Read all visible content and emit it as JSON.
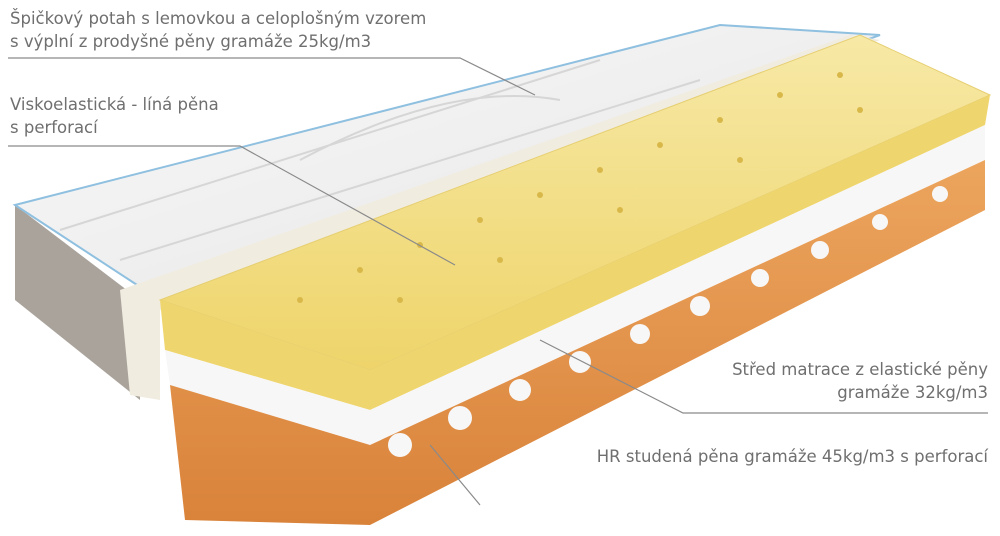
{
  "labels": {
    "cover": {
      "line1": "Špičkový potah s lemovkou a celoplošným vzorem",
      "line2": "s výplní z prodyšné pěny gramáže 25kg/m3"
    },
    "visco": {
      "line1": "Viskoelastická - líná pěna",
      "line2": "s perforací"
    },
    "core": {
      "line1": "Střed matrace z elastické pěny",
      "line2": "gramáže 32kg/m3"
    },
    "hr": {
      "line1": "HR studená pěna gramáže 45kg/m3 s perforací"
    }
  },
  "colors": {
    "text": "#6f6f6f",
    "line": "#8a8a8a",
    "yellow": "#f3df86",
    "orange": "#e89a52",
    "cover": "#f4f4f2",
    "piping": "#8fc0e0"
  }
}
